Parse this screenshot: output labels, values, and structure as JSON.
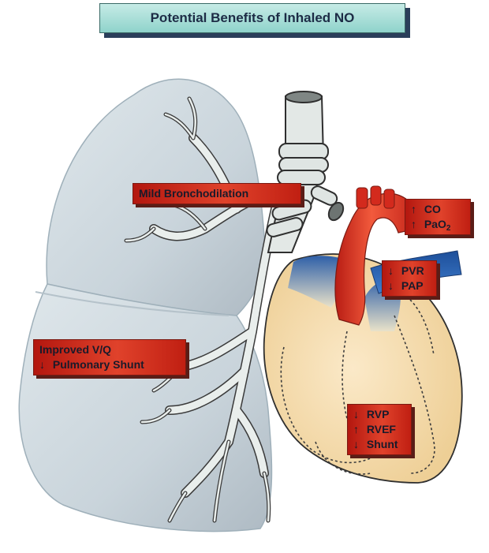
{
  "title": "Potential Benefits of Inhaled NO",
  "labels": {
    "bronchodilation": "Mild Bronchodilation",
    "vq": {
      "line1": "Improved V/Q",
      "line2_arrow": "↓",
      "line2": "Pulmonary Shunt"
    },
    "co": {
      "arrow1": "↑",
      "text1": "CO",
      "arrow2": "↑",
      "text2": "PaO",
      "text2_sub": "2"
    },
    "pvr": {
      "arrow1": "↓",
      "text1": "PVR",
      "arrow2": "↓",
      "text2": "PAP"
    },
    "rv": {
      "arrow1": "↓",
      "text1": "RVP",
      "arrow2": "↑",
      "text2": "RVEF",
      "arrow3": "↓",
      "text3": "Shunt"
    }
  },
  "colors": {
    "lung": "#d3dde3",
    "heart": "#f6ddb0",
    "aorta": "#e0362a",
    "vein": "#1f5aa8",
    "label_red": "#d3301f",
    "title_teal": "#a8dfd8"
  }
}
